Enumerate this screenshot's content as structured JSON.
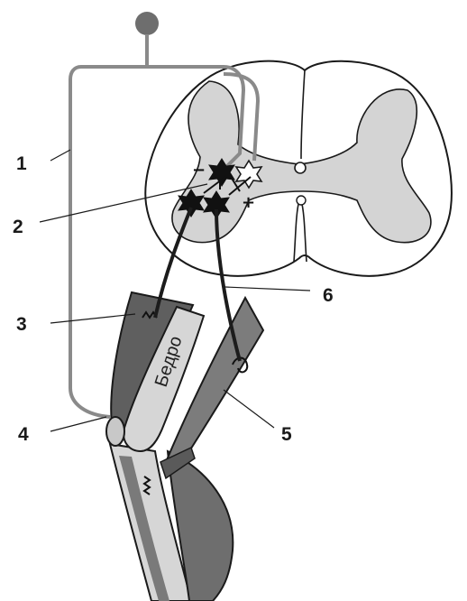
{
  "diagram": {
    "callouts": [
      {
        "id": "1",
        "text": "1"
      },
      {
        "id": "2",
        "text": "2"
      },
      {
        "id": "3",
        "text": "3"
      },
      {
        "id": "4",
        "text": "4"
      },
      {
        "id": "5",
        "text": "5"
      },
      {
        "id": "6",
        "text": "6"
      }
    ],
    "bone_label": "Бедро",
    "signs": {
      "minus": "−",
      "plus": "+"
    },
    "colors": {
      "grey_matter": "#d4d4d4",
      "muscle_dark": "#6e6e6e",
      "muscle_mid": "#8c8c8c",
      "bone": "#d6d6d6",
      "nerve": "#1c1c1c",
      "afferent": "#8a8a8a",
      "outline": "#1a1a1a"
    }
  }
}
